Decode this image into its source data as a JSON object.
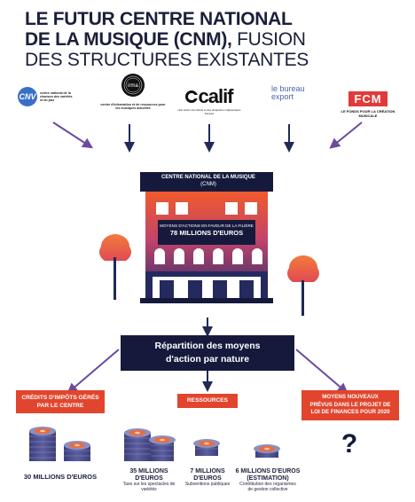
{
  "title": {
    "line1": "LE FUTUR CENTRE NATIONAL",
    "line2_bold": "DE LA MUSIQUE (CNM),",
    "line2_light": " FUSION",
    "line3": "DES STRUCTURES EXISTANTES"
  },
  "logos": [
    {
      "mark": "CNV",
      "caption": "centre national de la chanson des variétés et du jazz"
    },
    {
      "mark": "irma",
      "caption": "centre d'information et de ressources pour les musiques actuelles"
    },
    {
      "mark": "calif",
      "caption": "club action des labels et des disquaires indépendants français"
    },
    {
      "mark": "le bureau export",
      "caption": ""
    },
    {
      "mark": "FCM",
      "caption": "LE FONDS POUR LA CRÉATION MUSICALE"
    }
  ],
  "building": {
    "title": "CENTRE NATIONAL DE LA MUSIQUE",
    "subtitle": "(CNM)",
    "means_label": "MOYENS D'ACTIONS EN FAVEUR DE LA FILIÈRE",
    "means_value": "78 MILLIONS D'EUROS"
  },
  "repartition": {
    "line1": "Répartition des moyens",
    "line2": "d'action par nature"
  },
  "categories": {
    "credits": {
      "line1": "CRÉDITS D'IMPÔTS GÉRÉS",
      "line2": "PAR LE CENTRE"
    },
    "ressources": "RESSOURCES",
    "nouveaux": {
      "line1": "MOYENS NOUVEAUX",
      "line2": "PRÉVUS DANS LE PROJET DE",
      "line3": "LOI DE FINANCES POUR 2020"
    }
  },
  "amounts": {
    "credits_value": "30 MILLIONS D'EUROS",
    "taxe_value": "35 MILLIONS D'EUROS",
    "taxe_desc": "Taxe sur les spectacles de variétés",
    "subv_value": "7 MILLIONS D'EUROS",
    "subv_desc": "Subventions publiques",
    "gestion_value": "6 MILLIONS D'EUROS",
    "gestion_est": "(ESTIMATION)",
    "gestion_desc1": "Contribution des organismes",
    "gestion_desc2": "de gestion collective",
    "question": "?"
  },
  "colors": {
    "navy": "#151a3d",
    "red": "#e2452d",
    "arrow_navy": "#1f2a56",
    "arrow_purple": "#6b4aa0",
    "tree_orange": "#ee6b3a"
  }
}
